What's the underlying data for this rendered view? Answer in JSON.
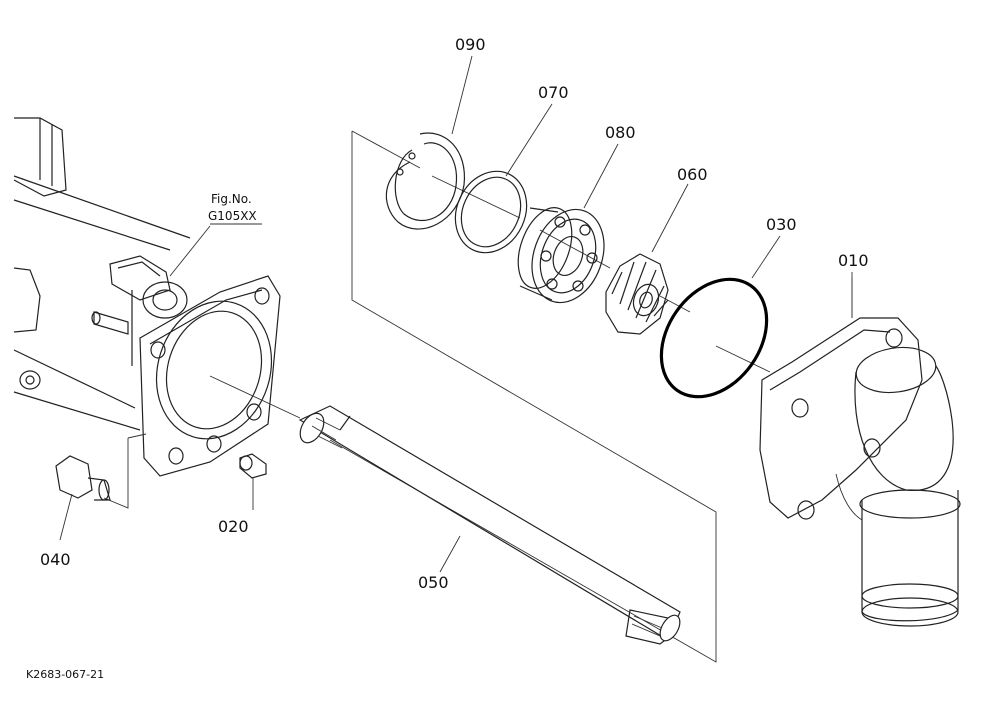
{
  "drawing_code": "K2683-067-21",
  "figure_ref": {
    "label": "Fig.No.",
    "code": "G105XX"
  },
  "parts": [
    {
      "id": "p010",
      "number": "010"
    },
    {
      "id": "p020",
      "number": "020"
    },
    {
      "id": "p030",
      "number": "030"
    },
    {
      "id": "p040",
      "number": "040"
    },
    {
      "id": "p050",
      "number": "050"
    },
    {
      "id": "p060",
      "number": "060"
    },
    {
      "id": "p070",
      "number": "070"
    },
    {
      "id": "p080",
      "number": "080"
    },
    {
      "id": "p090",
      "number": "090"
    }
  ]
}
